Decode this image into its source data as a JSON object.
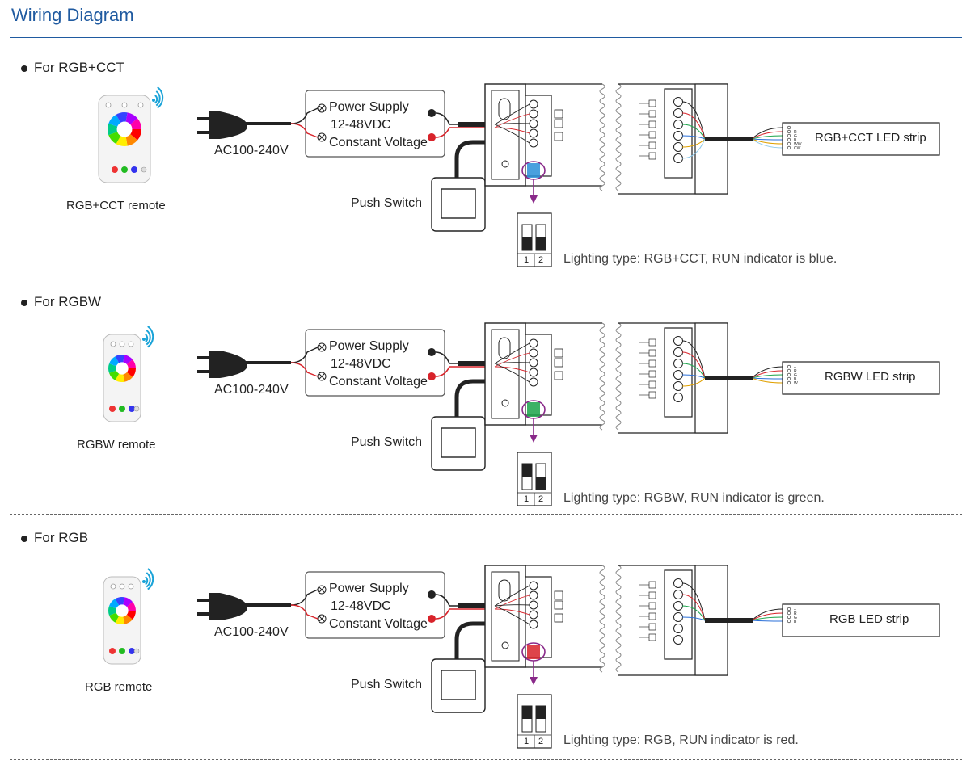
{
  "title": "Wiring Diagram",
  "sections": [
    {
      "heading": "For RGB+CCT",
      "remote_label": "RGB+CCT remote",
      "plug_label": "AC100-240V",
      "power_supply": [
        "Power Supply",
        "12-48VDC",
        "Constant Voltage"
      ],
      "switch_label": "Push Switch",
      "strip_label": "RGB+CCT LED strip",
      "strip_pins": [
        "+",
        "R",
        "G",
        "B",
        "WW",
        "CW"
      ],
      "dip_numbers": [
        "1",
        "2"
      ],
      "note": "Lighting type: RGB+CCT, RUN indicator is blue."
    },
    {
      "heading": "For RGBW",
      "remote_label": "RGBW remote",
      "plug_label": "AC100-240V",
      "power_supply": [
        "Power Supply",
        "12-48VDC",
        "Constant Voltage"
      ],
      "switch_label": "Push Switch",
      "strip_label": "RGBW LED strip",
      "strip_pins": [
        "+",
        "R",
        "G",
        "B",
        "W"
      ],
      "dip_numbers": [
        "1",
        "2"
      ],
      "note": "Lighting type: RGBW, RUN indicator is green."
    },
    {
      "heading": "For RGB",
      "remote_label": "RGB remote",
      "plug_label": "AC100-240V",
      "power_supply": [
        "Power Supply",
        "12-48VDC",
        "Constant Voltage"
      ],
      "switch_label": "Push Switch",
      "strip_label": "RGB LED strip",
      "strip_pins": [
        "+",
        "R",
        "G",
        "B"
      ],
      "dip_numbers": [
        "1",
        "2"
      ],
      "note": "Lighting type: RGB, RUN indicator is red."
    }
  ],
  "colors": {
    "title_blue": "#1f5aa0",
    "wire_red": "#d8232a",
    "wire_black": "#222222",
    "arrow_purple": "#8a2a8a",
    "indicator_blue": "#2a8fd8",
    "indicator_green": "#1aa34a",
    "indicator_red": "#d8232a"
  },
  "icons": [
    "remote-control-icon",
    "wireless-signal-icon",
    "power-plug-icon",
    "controller-device-icon",
    "dip-switch-icon",
    "led-strip-icon"
  ]
}
